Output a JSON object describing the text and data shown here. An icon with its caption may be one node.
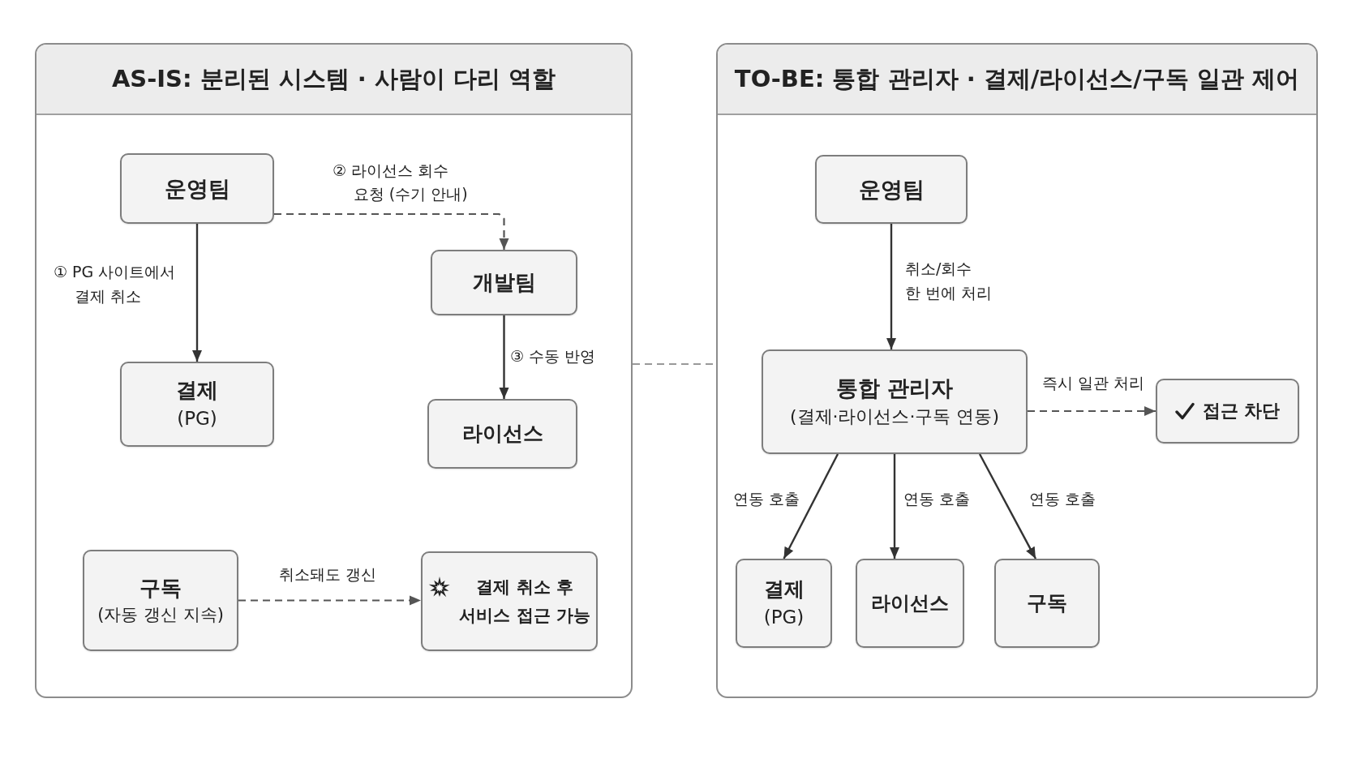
{
  "diagram": {
    "nodes": [
      {
        "text": [
          "AS-IS: 분리된 시스템 · 사람이 다리 역할"
        ]
      },
      {
        "text": [
          "운영팀"
        ],
        "in": 0
      },
      {
        "text": [
          "개발팀"
        ],
        "in": 0
      },
      {
        "text": [
          "결제",
          "(PG)"
        ],
        "in": 0
      },
      {
        "text": [
          "라이선스"
        ],
        "in": 0
      },
      {
        "text": [
          "구독",
          "(자동 갱신 지속)"
        ],
        "in": 0
      },
      {
        "text": [
          "결제 취소 후 서비스 접근 가능"
        ],
        "in": 0
      },
      {
        "text": [
          "TO-BE: 통합 관리자 · 결제/라이선스/구독 일관 제어"
        ]
      },
      {
        "text": [
          "운영팀"
        ],
        "in": 7
      },
      {
        "text": [
          "통합 관리자",
          "(결제·라이선스·구독 연동)"
        ],
        "in": 7
      },
      {
        "text": [
          "접근 차단"
        ],
        "in": 7
      },
      {
        "text": [
          "결제",
          "(PG)"
        ],
        "in": 7
      },
      {
        "text": [
          "라이선스"
        ],
        "in": 7
      },
      {
        "text": [
          "구독"
        ],
        "in": 7
      }
    ],
    "edges": [
      {
        "from": 1,
        "to": 3,
        "arrow": "to",
        "label": "① PG 사이트에서 결제 취소"
      },
      {
        "from": 1,
        "to": 2,
        "arrow": "to",
        "label": "② 라이선스 회수 요청 (수기 안내)",
        "style": "dashed"
      },
      {
        "from": 2,
        "to": 4,
        "arrow": "to",
        "label": "③ 수동 반영"
      },
      {
        "from": 5,
        "to": 6,
        "arrow": "to",
        "label": "취소돼도 갱신",
        "style": "dashed"
      },
      {
        "from": 0,
        "to": 7,
        "arrow": "none",
        "style": "dashed",
        "color": "#999999"
      },
      {
        "from": 8,
        "to": 9,
        "arrow": "to",
        "label": "취소/회수 한 번에 처리"
      },
      {
        "from": 9,
        "to": 10,
        "arrow": "to",
        "label": "즉시 일관 처리",
        "style": "dashed"
      },
      {
        "from": 9,
        "to": 11,
        "arrow": "to",
        "label": "연동 호출"
      },
      {
        "from": 9,
        "to": 12,
        "arrow": "to",
        "label": "연동 호출"
      },
      {
        "from": 9,
        "to": 13,
        "arrow": "to",
        "label": "연동 호출"
      }
    ]
  }
}
